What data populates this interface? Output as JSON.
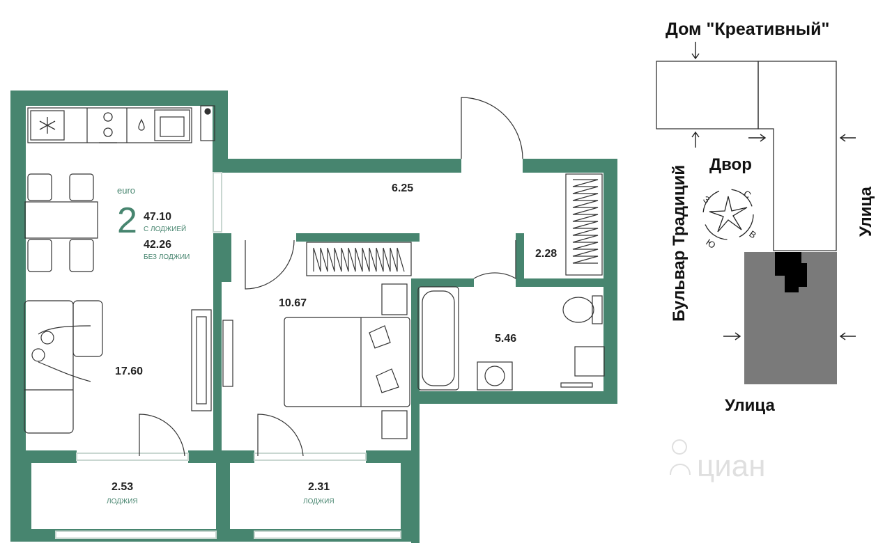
{
  "colors": {
    "wall": "#47856f",
    "accent": "#47856f",
    "furniture_line": "#2f2f2f",
    "building_dark": "#7a7a7a",
    "building_section": "#000000"
  },
  "plan": {
    "type_label": "euro",
    "rooms_count": "2",
    "total_with_loggia": "47.10",
    "with_loggia_label": "С ЛОДЖИЕЙ",
    "total_without_loggia": "42.26",
    "without_loggia_label": "БЕЗ ЛОДЖИИ",
    "rooms": {
      "living_kitchen": "17.60",
      "hallway": "6.25",
      "wardrobe": "2.28",
      "bedroom": "10.67",
      "bathroom": "5.46",
      "loggia_left": "2.53",
      "loggia_right": "2.31"
    },
    "loggia_label": "ЛОДЖИЯ"
  },
  "site": {
    "north_building": "Дом \"Креативный\"",
    "courtyard": "Двор",
    "boulevard": "Бульвар Традиций",
    "street_east": "Улица",
    "street_south": "Улица",
    "compass": {
      "n": "С",
      "s": "Ю",
      "e": "В",
      "w": "З"
    }
  },
  "watermark": {
    "text": "циан",
    "icon": "cian-logo-icon"
  },
  "icons": [
    "snowflake-icon",
    "stove-icon",
    "water-drop-icon"
  ]
}
